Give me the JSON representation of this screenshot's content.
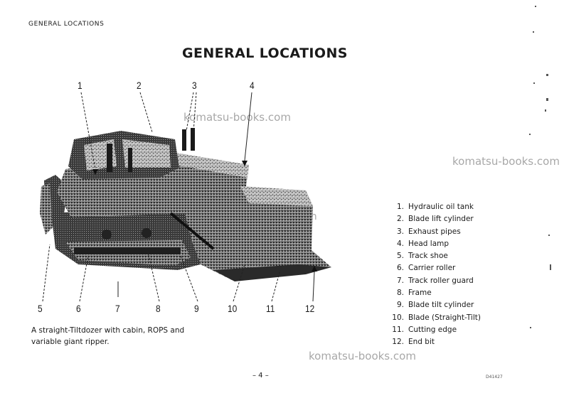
{
  "header": {
    "section_label": "GENERAL LOCATIONS"
  },
  "page": {
    "title": "GENERAL LOCATIONS",
    "page_number": "– 4 –",
    "doc_code": "D41427"
  },
  "watermark": "komatsu-books.com",
  "watermark_fragment": "m",
  "figure": {
    "callouts_top": [
      "1",
      "2",
      "3",
      "4"
    ],
    "callouts_bottom": [
      "5",
      "6",
      "7",
      "8",
      "9",
      "10",
      "11",
      "12"
    ],
    "caption_lines": [
      "A straight-Tiltdozer with cabin,  ROPS and",
      "variable giant ripper."
    ]
  },
  "legend": [
    {
      "num": "1.",
      "label": "Hydraulic oil tank"
    },
    {
      "num": "2.",
      "label": "Blade lift cylinder"
    },
    {
      "num": "3.",
      "label": "Exhaust pipes"
    },
    {
      "num": "4.",
      "label": "Head lamp"
    },
    {
      "num": "5.",
      "label": "Track shoe"
    },
    {
      "num": "6.",
      "label": "Carrier roller"
    },
    {
      "num": "7.",
      "label": "Track roller guard"
    },
    {
      "num": "8.",
      "label": "Frame"
    },
    {
      "num": "9.",
      "label": "Blade tilt cylinder"
    },
    {
      "num": "10.",
      "label": "Blade (Straight-Tilt)"
    },
    {
      "num": "11.",
      "label": "Cutting edge"
    },
    {
      "num": "12.",
      "label": "End bit"
    }
  ]
}
